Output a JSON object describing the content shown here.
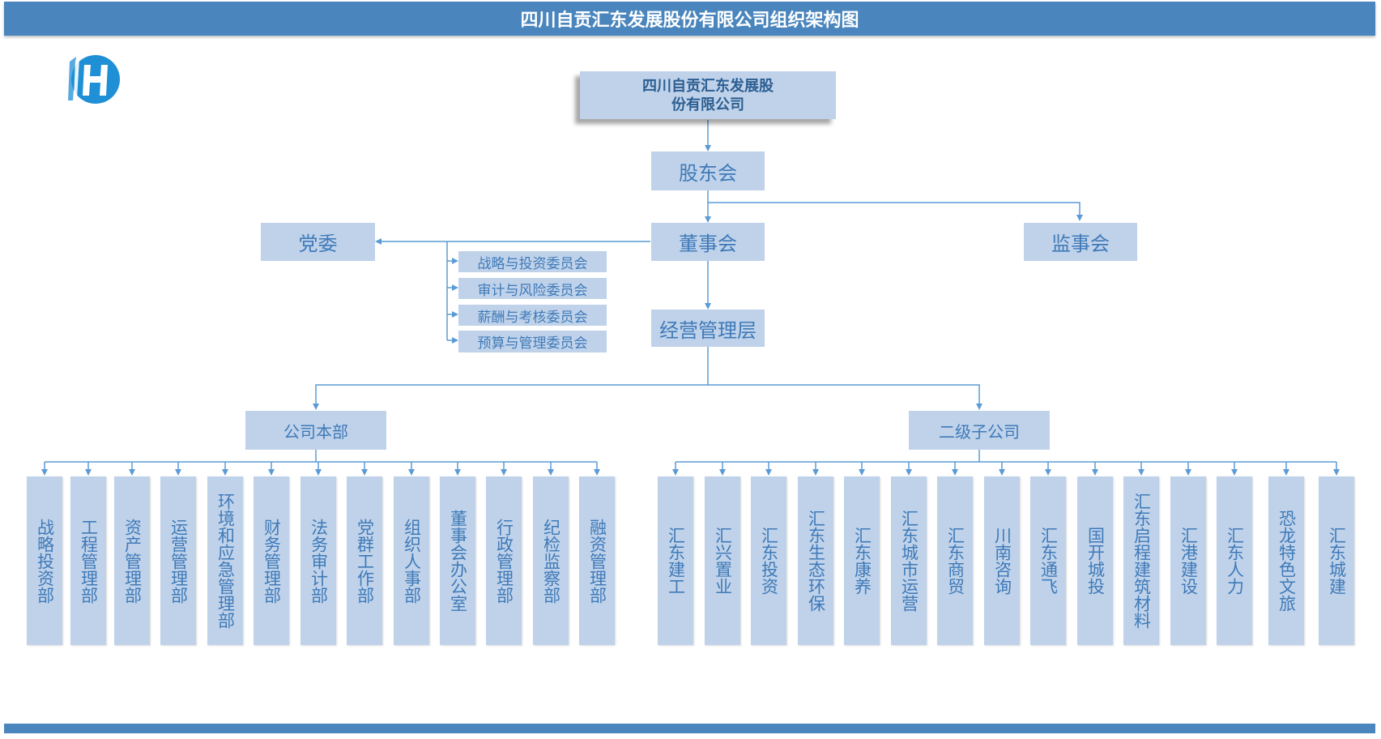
{
  "page_title": "四川自贡汇东发展股份有限公司组织架构图",
  "colors": {
    "bar": "#4a86bd",
    "box": "#bfd2ea",
    "text": "#3f7ab8",
    "line": "#5b9bd5"
  },
  "logo": {
    "icon": "hd-logo-icon"
  },
  "org": {
    "top": "四川自贡汇东发展股份有限公司",
    "shareholders": "股东会",
    "board": "董事会",
    "party": "党委",
    "supervisors": "监事会",
    "management": "经营管理层",
    "committees": [
      "战略与投资委员会",
      "审计与风险委员会",
      "薪酬与考核委员会",
      "预算与管理委员会"
    ],
    "hq": {
      "name": "公司本部",
      "departments": [
        "战略投资部",
        "工程管理部",
        "资产管理部",
        "运营管理部",
        "环境和应急管理部",
        "财务管理部",
        "法务审计部",
        "党群工作部",
        "组织人事部",
        "董事会办公室",
        "行政管理部",
        "纪检监察部",
        "融资管理部"
      ]
    },
    "subsidiaries": {
      "name": "二级子公司",
      "companies": [
        "汇东建工",
        "汇兴置业",
        "汇东投资",
        "汇东生态环保",
        "汇东康养",
        "汇东城市运营",
        "汇东商贸",
        "川南咨询",
        "汇东通飞",
        "国开城投",
        "汇东启程建筑材料",
        "汇港建设",
        "汇东人力",
        "恐龙特色文旅",
        "汇东城建"
      ]
    }
  }
}
